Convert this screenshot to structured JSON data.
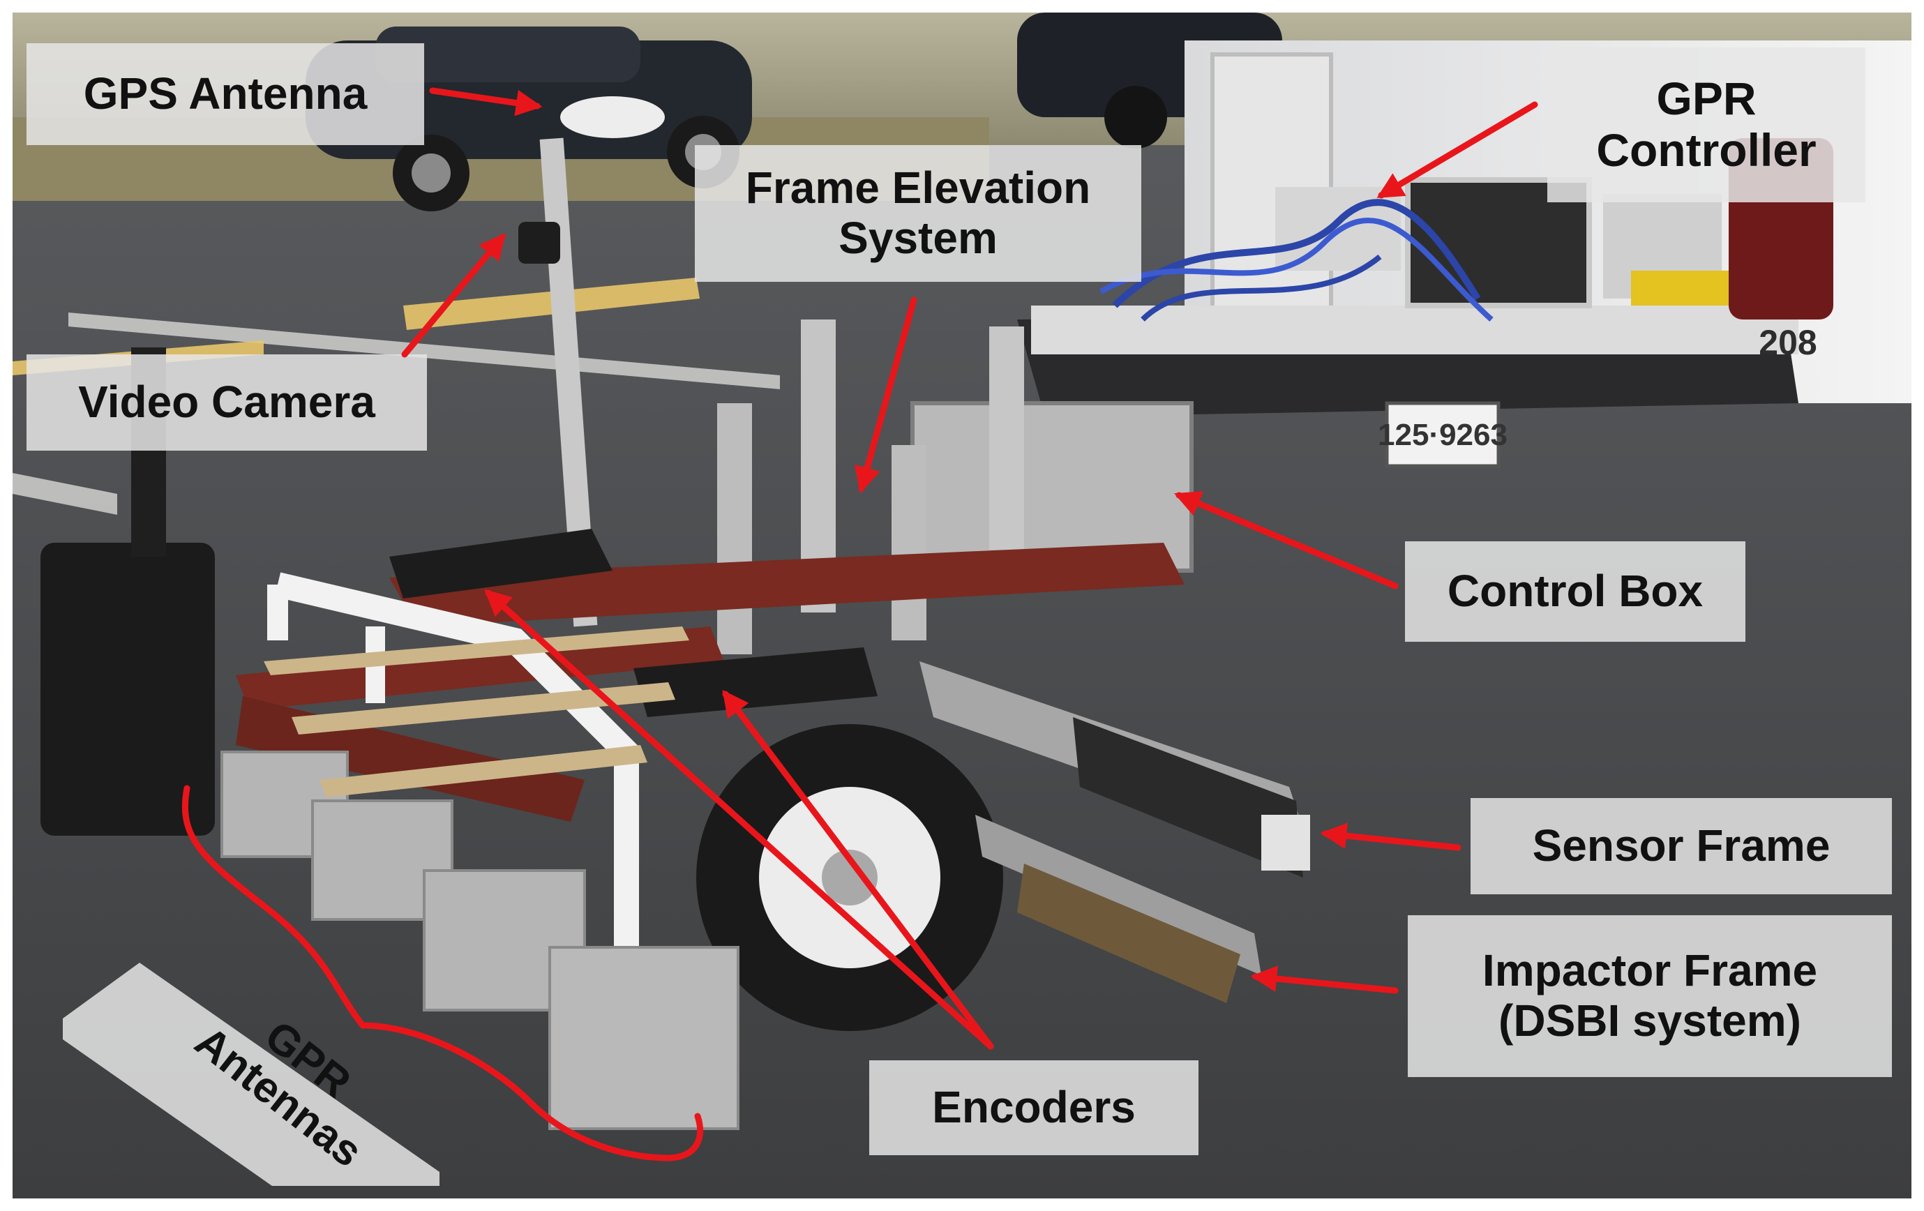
{
  "labels": {
    "gps_antenna": "GPS Antenna",
    "frame_elevation_line1": "Frame Elevation",
    "frame_elevation_line2": "System",
    "gpr_controller_line1": "GPR",
    "gpr_controller_line2": "Controller",
    "video_camera": "Video Camera",
    "control_box": "Control Box",
    "sensor_frame": "Sensor Frame",
    "impactor_frame_line1": "Impactor Frame",
    "impactor_frame_line2": "(DSBI system)",
    "encoders": "Encoders",
    "gpr_antennas_line1": "GPR",
    "gpr_antennas_line2": "Antennas"
  },
  "scene_text": {
    "truck_number": "208",
    "license_plate": "125·9263"
  },
  "colors": {
    "arrow": "#e8161b",
    "label_background": "#e6e6e6",
    "trailer_frame": "#7a2a20",
    "asphalt": "#4a4b4d"
  }
}
